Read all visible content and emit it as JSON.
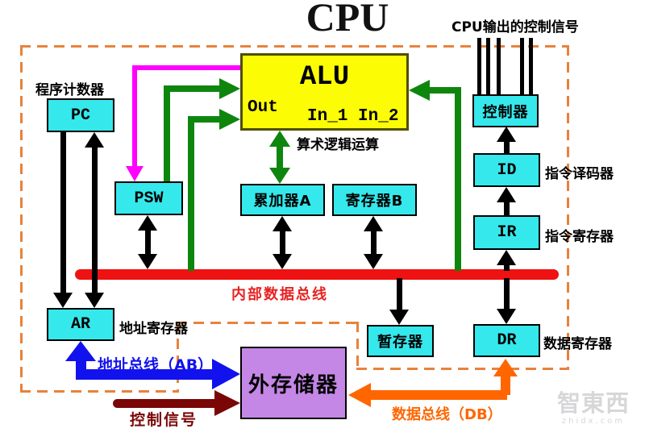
{
  "title": "CPU",
  "labels": {
    "cpu_output_control": "CPU输出的控制信号",
    "program_counter": "程序计数器",
    "alu_caption": "算术逻辑运算",
    "instruction_decoder": "指令译码器",
    "instruction_register": "指令寄存器",
    "data_register": "数据寄存器",
    "address_register": "地址寄存器",
    "internal_data_bus": "内部数据总线",
    "address_bus": "地址总线（AB）",
    "control_signal": "控制信号",
    "data_bus": "数据总线（DB）"
  },
  "boxes": {
    "pc": "PC",
    "psw": "PSW",
    "accumulator_a": "累加器A",
    "register_b": "寄存器B",
    "controller": "控制器",
    "id": "ID",
    "ir": "IR",
    "dr": "DR",
    "temp_register": "暂存器",
    "ar": "AR",
    "external_memory": "外存储器",
    "alu": {
      "title": "ALU",
      "out": "Out",
      "inputs": "In_1 In_2"
    }
  },
  "watermark": {
    "main": "智東西",
    "sub": "zhidx.com"
  },
  "colors": {
    "register_fill": "#35e8ec",
    "alu_fill": "#fcfc05",
    "memory_fill": "#c487e6",
    "bus_red": "#ee1212",
    "arrow_green": "#0e860e",
    "arrow_magenta": "#ff00ff",
    "arrow_blue": "#1212ee",
    "arrow_darkred": "#7b0606",
    "arrow_orange": "#ff6600",
    "boundary_dash": "#e8823c"
  }
}
